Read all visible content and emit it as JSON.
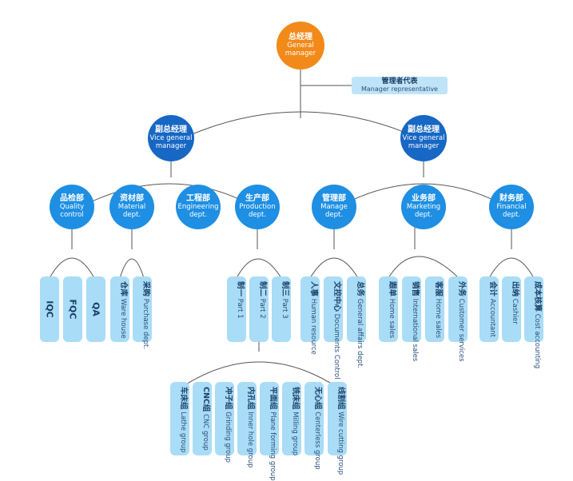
{
  "gm": {
    "zh": "总经理",
    "en1": "General",
    "en2": "manager"
  },
  "rep": {
    "zh": "管理者代表",
    "en": "Manager representative"
  },
  "vp_left": {
    "zh": "副总经理",
    "en1": "Vice general",
    "en2": "manager"
  },
  "vp_right": {
    "zh": "副总经理",
    "en1": "Vice general",
    "en2": "manager"
  },
  "depts": [
    {
      "zh": "品检部",
      "en1": "Quality",
      "en2": "control"
    },
    {
      "zh": "资材部",
      "en1": "Material",
      "en2": "dept."
    },
    {
      "zh": "工程部",
      "en1": "Engineering",
      "en2": "dept."
    },
    {
      "zh": "生产部",
      "en1": "Production",
      "en2": "dept."
    },
    {
      "zh": "管理部",
      "en1": "Manage",
      "en2": "dept."
    },
    {
      "zh": "业务部",
      "en1": "Marketing",
      "en2": "dept."
    },
    {
      "zh": "财务部",
      "en1": "Financial",
      "en2": "dept."
    }
  ],
  "quality": [
    "IQC",
    "FQC",
    "QA"
  ],
  "material": [
    {
      "zh": "仓库",
      "en": "Ware house"
    },
    {
      "zh": "采购",
      "en": "Purchase dept."
    }
  ],
  "production": [
    {
      "zh": "制一",
      "en": "Part 1"
    },
    {
      "zh": "制二",
      "en": "Part 2"
    },
    {
      "zh": "制三",
      "en": "Part 3"
    }
  ],
  "manage": [
    {
      "zh": "人事",
      "en": "Human resource"
    },
    {
      "zh": "文控中心",
      "en": "Documents Control"
    },
    {
      "zh": "总务",
      "en": "General affairs dept."
    }
  ],
  "marketing": [
    {
      "zh": "跟单",
      "en": "Home sales"
    },
    {
      "zh": "销售",
      "en": "International sales"
    },
    {
      "zh": "客服",
      "en": "Home sales"
    },
    {
      "zh": "外务",
      "en": "Customer services"
    }
  ],
  "financial": [
    {
      "zh": "会计",
      "en": "Accountant"
    },
    {
      "zh": "出纳",
      "en": "Cashier"
    },
    {
      "zh": "成本核算",
      "en": "Cost accounting"
    }
  ],
  "groups": [
    {
      "zh": "车床组",
      "en": "Lathe group"
    },
    {
      "zh": "CNC组",
      "en": "CNC group"
    },
    {
      "zh": "冲子组",
      "en": "Grinding group"
    },
    {
      "zh": "内孔组",
      "en": "Inner hole group"
    },
    {
      "zh": "平面组",
      "en": "Plane forming group"
    },
    {
      "zh": "铣床组",
      "en": "Milling group"
    },
    {
      "zh": "无心组",
      "en": "Centerless group"
    },
    {
      "zh": "线割组",
      "en": "Wire cutting group"
    }
  ],
  "colors": {
    "gm": "#f28a1a",
    "vp": "#1767c4",
    "dept": "#1e8fe3",
    "pill": "#a9dcf6",
    "line": "#555555"
  }
}
